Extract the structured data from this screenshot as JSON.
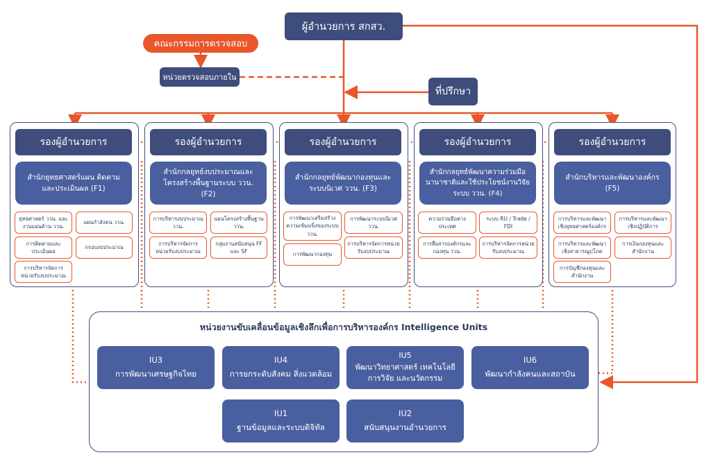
{
  "director": "ผู้อำนวยการ สกสว.",
  "audit_committee": "คณะกรรมการตรวจสอบ",
  "internal_audit": "หน่วยตรวจสอบภายใน",
  "advisor": "ที่ปรึกษา",
  "columns": [
    {
      "header": "รองผู้อำนวยการ",
      "office": "สำนักยุทธศาสตร์แผน ติดตามและประเมินผล (F1)",
      "units": [
        "ยุทธศาสตร์ ววน. และงานแผนด้าน ววน.",
        "แผนกำลังคน ววน.",
        "การติดตามและประเมินผล",
        "กรอบงบประมาณ",
        "การบริหารจัดการหน่วยรับงบประมาณ"
      ]
    },
    {
      "header": "รองผู้อำนวยการ",
      "office": "สำนักกลยุทธ์งบประมาณและโครงสร้างพื้นฐานระบบ ววน. (F2)",
      "units": [
        "การบริหารงบประมาณ ววน.",
        "แผนโครงสร้างพื้นฐาน ววน.",
        "การบริหารจัดการหน่วยรับงบประมาณ",
        "กลุ่มงานสนับสนุน FF และ SF"
      ]
    },
    {
      "header": "รองผู้อำนวยการ",
      "office": "สำนักกลยุทธ์พัฒนากองทุนและระบบนิเวศ ววน. (F3)",
      "units": [
        "การพัฒนาเสริมสร้างความเข้มแข็งของระบบ ววน.",
        "การพัฒนาระบบนิเวศ ววน.",
        "การพัฒนากองทุน",
        "การบริหารจัดการหน่วยรับงบประมาณ"
      ]
    },
    {
      "header": "รองผู้อำนวยการ",
      "office": "สำนักกลยุทธ์พัฒนาความร่วมมือนานาชาติและใช้ประโยชน์งานวิจัยระบบ ววน. (F4)",
      "units": [
        "ความร่วมมือต่างประเทศ",
        "ระบบ RU / Trade / FDI",
        "การสื่อสารองค์กรและกองทุน ววน.",
        "การบริหารจัดการหน่วยรับงบประมาณ"
      ]
    },
    {
      "header": "รองผู้อำนวยการ",
      "office": "สำนักบริหารและพัฒนาองค์กร (F5)",
      "units": [
        "การบริหารและพัฒนาเชิงยุทธศาสตร์องค์กร",
        "การบริหารและพัฒนาเชิงปฏิบัติการ",
        "การบริหารและพัฒนาเชิงสาธารณูปโภค",
        "การเงินกองทุนและสำนักงาน",
        "การบัญชีกองทุนและสำนักงาน"
      ]
    }
  ],
  "iu_title": "หน่วยงานขับเคลื่อนข้อมูลเชิงลึกเพื่อการบริหารองค์กร Intelligence Units",
  "ius": [
    {
      "code": "IU3",
      "name": "การพัฒนาเศรษฐกิจไทย"
    },
    {
      "code": "IU4",
      "name": "การยกระดับสังคม สิ่งแวดล้อม"
    },
    {
      "code": "IU5",
      "name": "พัฒนาวิทยาศาสตร์ เทคโนโลยี การวิจัย และนวัตกรรม"
    },
    {
      "code": "IU6",
      "name": "พัฒนากำลังคนและสถาบัน"
    },
    {
      "code": "IU1",
      "name": "ฐานข้อมูลและระบบดิจิทัล"
    },
    {
      "code": "IU2",
      "name": "สนับสนุนงานอำนวยการ"
    }
  ],
  "colors": {
    "navy": "#3f4d7c",
    "blue": "#4a5f9f",
    "orange": "#e8562a"
  }
}
